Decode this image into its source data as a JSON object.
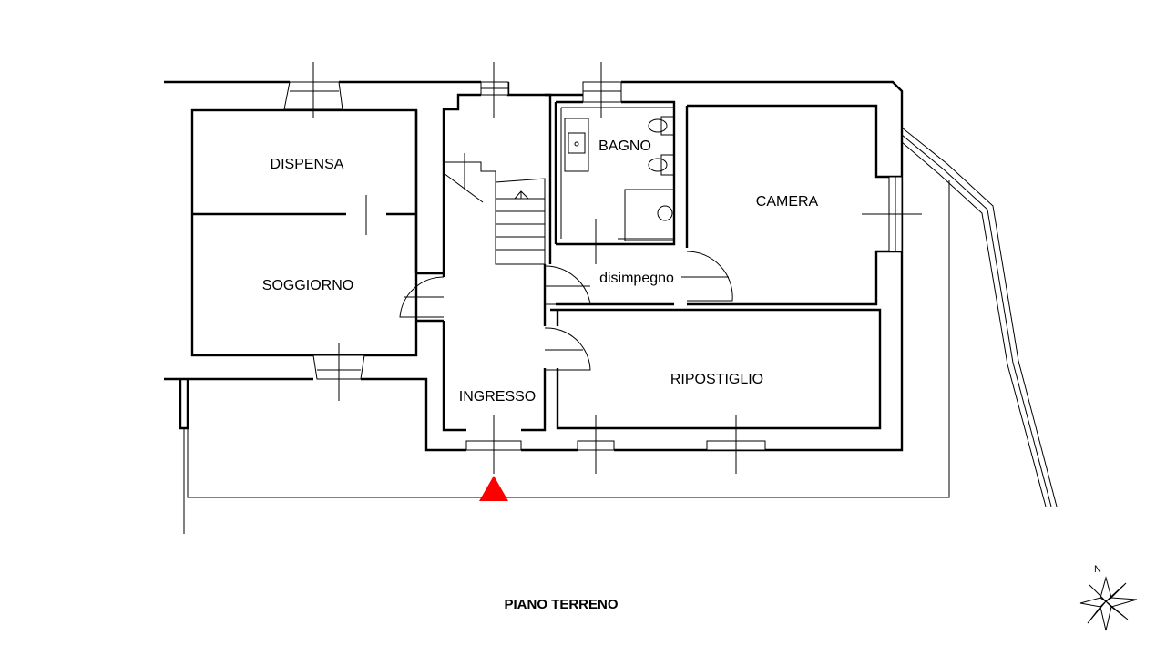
{
  "rooms": {
    "dispensa": "DISPENSA",
    "soggiorno": "SOGGIORNO",
    "bagno": "BAGNO",
    "camera": "CAMERA",
    "disimpegno": "disimpegno",
    "ingresso": "INGRESSO",
    "ripostiglio": "RIPOSTIGLIO"
  },
  "title": "PIANO TERRENO",
  "compass": {
    "north_label": "N"
  },
  "colors": {
    "entrance_marker": "#ff0000",
    "walls": "#000000"
  },
  "entrance_marker": {
    "shape": "triangle"
  }
}
